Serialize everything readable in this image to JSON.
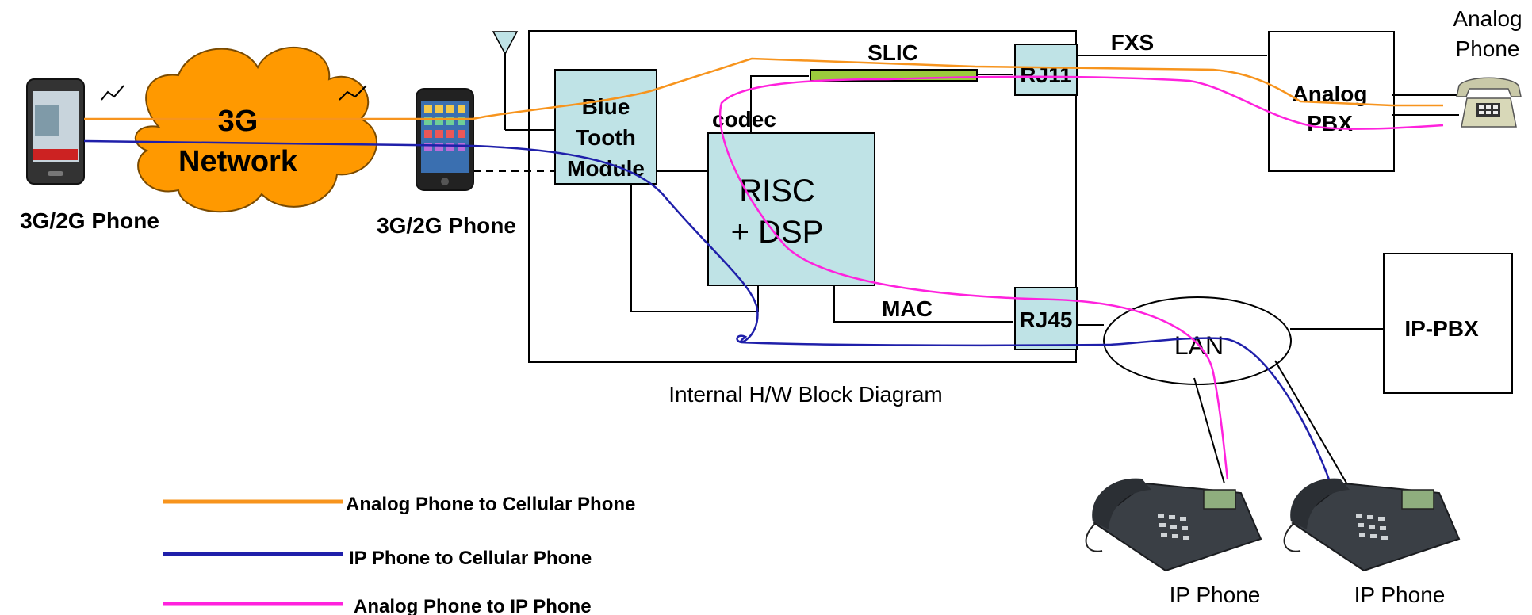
{
  "colors": {
    "analog_to_cellular": "#F7941D",
    "ip_to_cellular": "#1F1FAA",
    "analog_to_ip": "#FF22DD",
    "cloud_fill": "#FF9900",
    "module_fill": "#BFE3E6",
    "slic_fill": "#9BCB3C",
    "line": "#000000"
  },
  "icons": {
    "cellular_phone_left": "cellphone-icon",
    "cellular_phone_right": "smartphone-icon",
    "antenna": "antenna-icon",
    "analog_phone": "analog-phone-icon",
    "ip_phone": "ip-phone-icon"
  },
  "labels": {
    "phone_left": "3G/2G Phone",
    "phone_right": "3G/2G Phone",
    "cloud_line1": "3G",
    "cloud_line2": "Network",
    "bluetooth_line1": "Blue",
    "bluetooth_line2": "Tooth",
    "bluetooth_line3": "Module",
    "codec": "codec",
    "risc_line1": "RISC",
    "risc_line2": "+ DSP",
    "slic": "SLIC",
    "rj11": "RJ11",
    "rj45": "RJ45",
    "mac": "MAC",
    "fxs": "FXS",
    "analog_pbx_line1": "Analog",
    "analog_pbx_line2": "PBX",
    "analog_phone_line1": "Analog",
    "analog_phone_line2": "Phone",
    "lan": "LAN",
    "ip_pbx": "IP-PBX",
    "ip_phone_1": "IP Phone",
    "ip_phone_2": "IP Phone",
    "internal_caption": "Internal H/W Block Diagram"
  },
  "legend": [
    {
      "label": "Analog Phone to Cellular Phone",
      "color_key": "analog_to_cellular"
    },
    {
      "label": "IP Phone to Cellular Phone",
      "color_key": "ip_to_cellular"
    },
    {
      "label": "Analog Phone to IP Phone",
      "color_key": "analog_to_ip"
    }
  ]
}
